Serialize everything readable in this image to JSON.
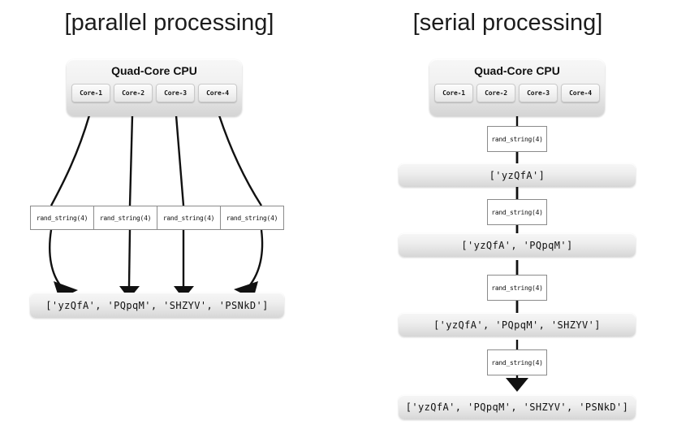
{
  "meta": {
    "background": "#ffffff",
    "ink": "#111111",
    "chip_gradient_top": "#f7f7f7",
    "chip_gradient_bottom": "#d4d4d4"
  },
  "parallel": {
    "title": "[parallel processing]",
    "cpu": {
      "label": "Quad-Core CPU",
      "cores": [
        {
          "label": "Core-1"
        },
        {
          "label": "Core-2"
        },
        {
          "label": "Core-3"
        },
        {
          "label": "Core-4"
        }
      ]
    },
    "workers": [
      {
        "label": "rand_string(4)"
      },
      {
        "label": "rand_string(4)"
      },
      {
        "label": "rand_string(4)"
      },
      {
        "label": "rand_string(4)"
      }
    ],
    "result": "['yzQfA', 'PQpqM', 'SHZYV', 'PSNkD']"
  },
  "serial": {
    "title": "[serial processing]",
    "cpu": {
      "label": "Quad-Core CPU",
      "cores": [
        {
          "label": "Core-1"
        },
        {
          "label": "Core-2"
        },
        {
          "label": "Core-3"
        },
        {
          "label": "Core-4"
        }
      ]
    },
    "steps": [
      {
        "call": "rand_string(4)",
        "result": "['yzQfA']"
      },
      {
        "call": "rand_string(4)",
        "result": "['yzQfA', 'PQpqM']"
      },
      {
        "call": "rand_string(4)",
        "result": "['yzQfA', 'PQpqM', 'SHZYV']"
      },
      {
        "call": "rand_string(4)",
        "result": "['yzQfA', 'PQpqM', 'SHZYV', 'PSNkD']"
      }
    ]
  }
}
